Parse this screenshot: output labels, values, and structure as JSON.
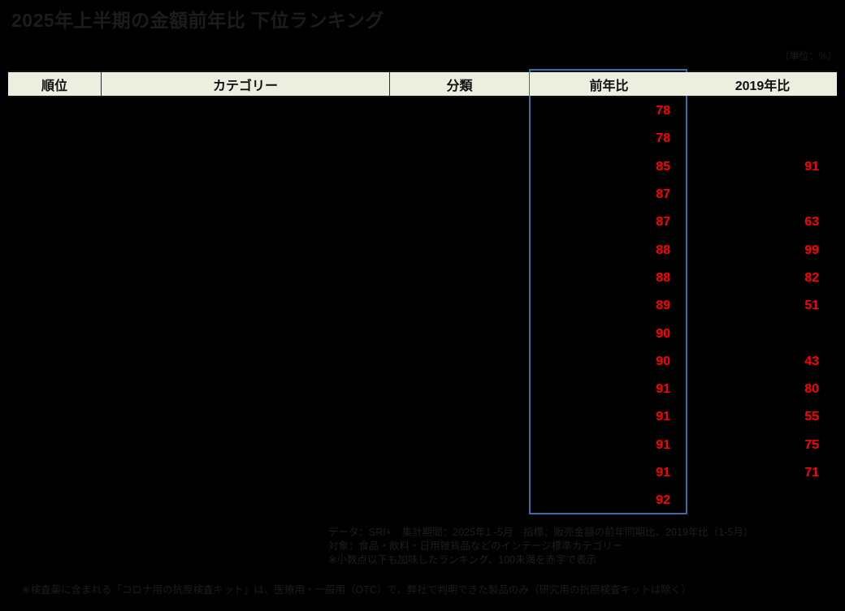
{
  "title": "2025年上半期の金額前年比 下位ランキング",
  "unit_note": "（単位：%）",
  "table": {
    "headers": {
      "rank": "順位",
      "category": "カテゴリー",
      "classification": "分類",
      "yoy": "前年比",
      "vs2019": "2019年比"
    },
    "rows": [
      {
        "rank": "",
        "category": "",
        "classification": "",
        "yoy": "78",
        "vs2019": ""
      },
      {
        "rank": "",
        "category": "",
        "classification": "",
        "yoy": "78",
        "vs2019": ""
      },
      {
        "rank": "",
        "category": "",
        "classification": "",
        "yoy": "85",
        "vs2019": "91"
      },
      {
        "rank": "",
        "category": "",
        "classification": "",
        "yoy": "87",
        "vs2019": ""
      },
      {
        "rank": "",
        "category": "",
        "classification": "",
        "yoy": "87",
        "vs2019": "63"
      },
      {
        "rank": "",
        "category": "",
        "classification": "",
        "yoy": "88",
        "vs2019": "99"
      },
      {
        "rank": "",
        "category": "",
        "classification": "",
        "yoy": "88",
        "vs2019": "82"
      },
      {
        "rank": "",
        "category": "",
        "classification": "",
        "yoy": "89",
        "vs2019": "51"
      },
      {
        "rank": "",
        "category": "",
        "classification": "",
        "yoy": "90",
        "vs2019": ""
      },
      {
        "rank": "",
        "category": "",
        "classification": "",
        "yoy": "90",
        "vs2019": "43"
      },
      {
        "rank": "",
        "category": "",
        "classification": "",
        "yoy": "91",
        "vs2019": "80"
      },
      {
        "rank": "",
        "category": "",
        "classification": "",
        "yoy": "91",
        "vs2019": "55"
      },
      {
        "rank": "",
        "category": "",
        "classification": "",
        "yoy": "91",
        "vs2019": "75"
      },
      {
        "rank": "",
        "category": "",
        "classification": "",
        "yoy": "91",
        "vs2019": "71"
      },
      {
        "rank": "",
        "category": "",
        "classification": "",
        "yoy": "92",
        "vs2019": ""
      }
    ]
  },
  "source_note": {
    "line1": "データ：SRI+　集計期間：2025年1 -5月　指標：販売金額の前年同期比、2019年比（1-5月）",
    "line2": "対象：食品・飲料・日用雑貨品などのインテージ標準カテゴリー",
    "line3": "※小数点以下も加味したランキング、100未満を赤字で表示"
  },
  "disclaimer": "※検査薬に含まれる「コロナ用の抗原検査キット」は、医療用・一般用（OTC）で、弊社で判明できた製品のみ（研究用の抗原検査キットは除く）",
  "colors": {
    "background": "#000000",
    "header_bg": "#ecefe0",
    "highlight_border": "#3c6ca5",
    "negative_value": "#ff0000",
    "text_dark": "#1c1c1c"
  }
}
